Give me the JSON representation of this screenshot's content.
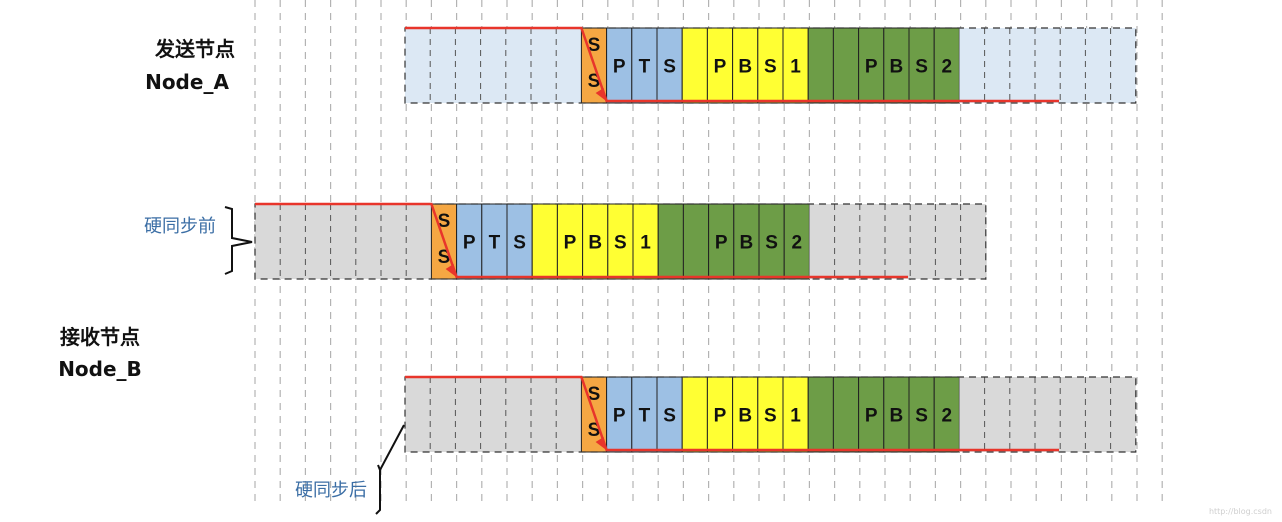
{
  "labels": {
    "sender_title": "发送节点",
    "sender_node": "Node_A",
    "before_sync": "硬同步前",
    "receiver_title": "接收节点",
    "receiver_node": "Node_B",
    "after_sync": "硬同步后",
    "watermark": "http://blog.csdn"
  },
  "segments": {
    "ss_top": "S",
    "ss_bottom": "S",
    "pts": [
      "P",
      "T",
      "S"
    ],
    "pbs1": [
      "P",
      "B",
      "S",
      "1"
    ],
    "pbs2": [
      "P",
      "B",
      "S",
      "2"
    ]
  },
  "colors": {
    "sender_idle": "#dce8f4",
    "receiver_idle": "#d9d9d9",
    "ss": "#f5a743",
    "pts": "#9dc0e4",
    "pbs1": "#ffff33",
    "pbs2": "#6d9d47",
    "signal": "#e8352b",
    "grid": "#b3b3b3"
  }
}
